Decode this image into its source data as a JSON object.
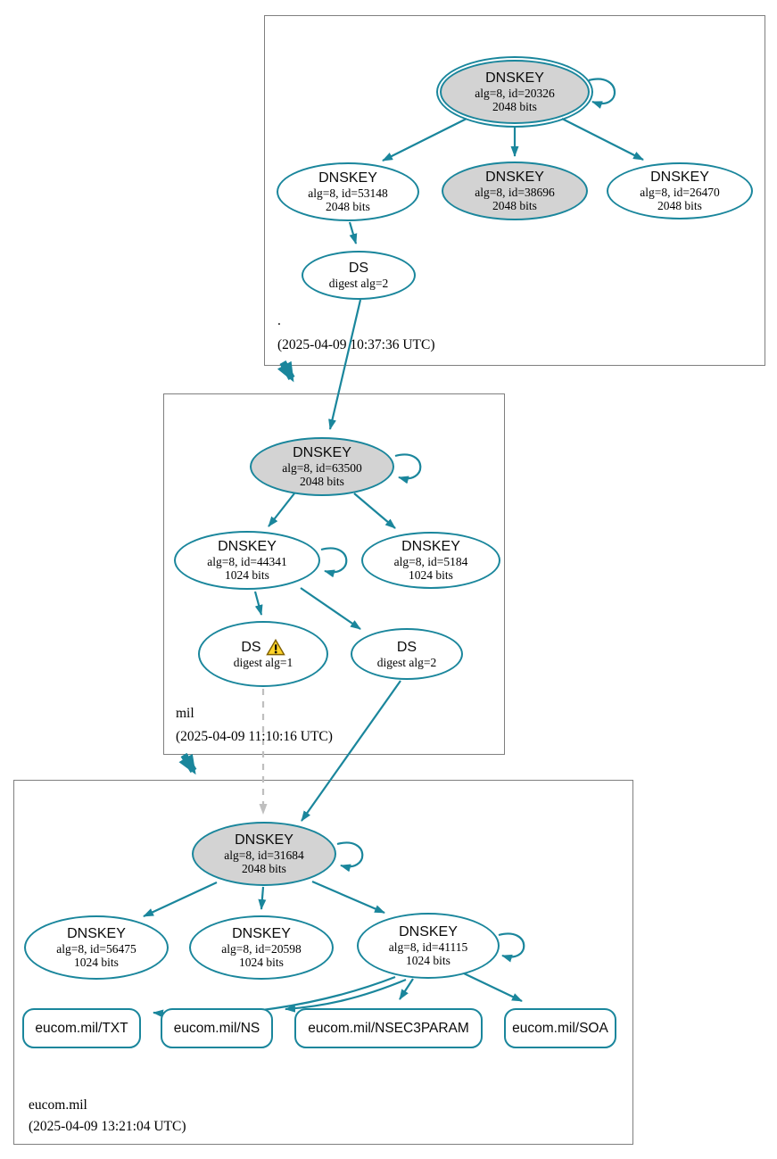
{
  "colors": {
    "edge_teal": "#1a869c",
    "node_fill_gray": "#d3d3d3",
    "box_border_gray": "#7f7f7f",
    "dashed_edge_gray": "#bfbfbf",
    "warning_yellow": "#ffd42a"
  },
  "zones": [
    {
      "name": ".",
      "timestamp": "(2025-04-09 10:37:36 UTC)",
      "nodes": {
        "ksk": {
          "title": "DNSKEY",
          "line1": "alg=8, id=20326",
          "line2": "2048 bits"
        },
        "key53148": {
          "title": "DNSKEY",
          "line1": "alg=8, id=53148",
          "line2": "2048 bits"
        },
        "key38696": {
          "title": "DNSKEY",
          "line1": "alg=8, id=38696",
          "line2": "2048 bits"
        },
        "key26470": {
          "title": "DNSKEY",
          "line1": "alg=8, id=26470",
          "line2": "2048 bits"
        },
        "ds": {
          "title": "DS",
          "line1": "digest alg=2"
        }
      }
    },
    {
      "name": "mil",
      "timestamp": "(2025-04-09 11:10:16 UTC)",
      "nodes": {
        "ksk": {
          "title": "DNSKEY",
          "line1": "alg=8, id=63500",
          "line2": "2048 bits"
        },
        "key44341": {
          "title": "DNSKEY",
          "line1": "alg=8, id=44341",
          "line2": "1024 bits"
        },
        "key5184": {
          "title": "DNSKEY",
          "line1": "alg=8, id=5184",
          "line2": "1024 bits"
        },
        "ds1": {
          "title": "DS",
          "line1": "digest alg=1"
        },
        "ds2": {
          "title": "DS",
          "line1": "digest alg=2"
        }
      }
    },
    {
      "name": "eucom.mil",
      "timestamp": "(2025-04-09 13:21:04 UTC)",
      "nodes": {
        "ksk": {
          "title": "DNSKEY",
          "line1": "alg=8, id=31684",
          "line2": "2048 bits"
        },
        "key56475": {
          "title": "DNSKEY",
          "line1": "alg=8, id=56475",
          "line2": "1024 bits"
        },
        "key20598": {
          "title": "DNSKEY",
          "line1": "alg=8, id=20598",
          "line2": "1024 bits"
        },
        "key41115": {
          "title": "DNSKEY",
          "line1": "alg=8, id=41115",
          "line2": "1024 bits"
        }
      },
      "rrsets": [
        "eucom.mil/TXT",
        "eucom.mil/NS",
        "eucom.mil/NSEC3PARAM",
        "eucom.mil/SOA"
      ]
    }
  ]
}
